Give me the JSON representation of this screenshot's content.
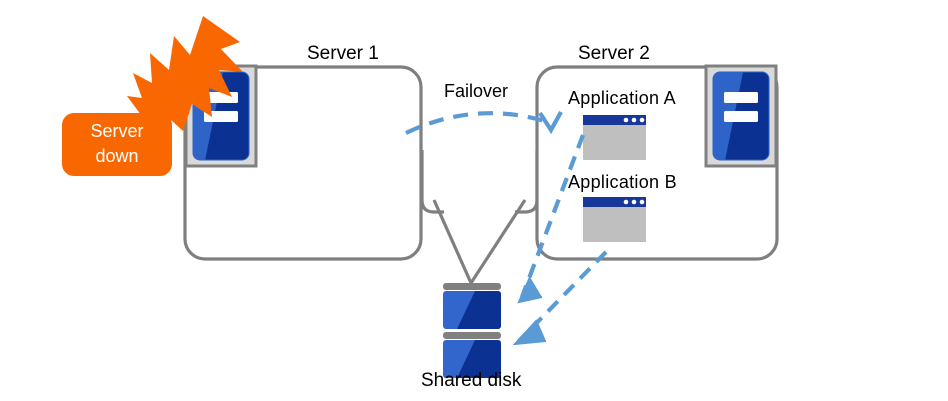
{
  "diagram": {
    "title_server1": "Server 1",
    "title_server2": "Server 2",
    "failover_label": "Failover",
    "shared_disk_label": "Shared disk",
    "alert_line1": "Server",
    "alert_line2": "down",
    "applications": [
      {
        "label": "Application  A",
        "icon": "app-window-icon"
      },
      {
        "label": "Application  B",
        "icon": "app-window-icon"
      }
    ],
    "icons": {
      "server_tower": "server-tower-icon",
      "disk_stack": "shared-disk-icon",
      "burst": "explosion-burst-icon",
      "failover_arrow": "failover-dashed-arrow-icon",
      "access_arrow": "disk-access-dashed-arrow-icon",
      "link_line": "disk-link-line-icon"
    },
    "colors": {
      "alert_orange": "#F96800",
      "box_border_gray": "#7F7F7F",
      "icon_frame_gray": "#BFBFBF",
      "icon_frame_outline": "#808080",
      "server_blue_light": "#2E64C8",
      "server_blue_dark": "#0B3293",
      "app_titlebar_blue": "#17379B",
      "app_body_gray": "#BFBFBF",
      "disk_blue_light": "#3366CC",
      "disk_blue_dark": "#0B3293",
      "disk_bar_gray": "#808080",
      "arrow_blue": "#5B9BD5",
      "text_black": "#000000"
    }
  }
}
